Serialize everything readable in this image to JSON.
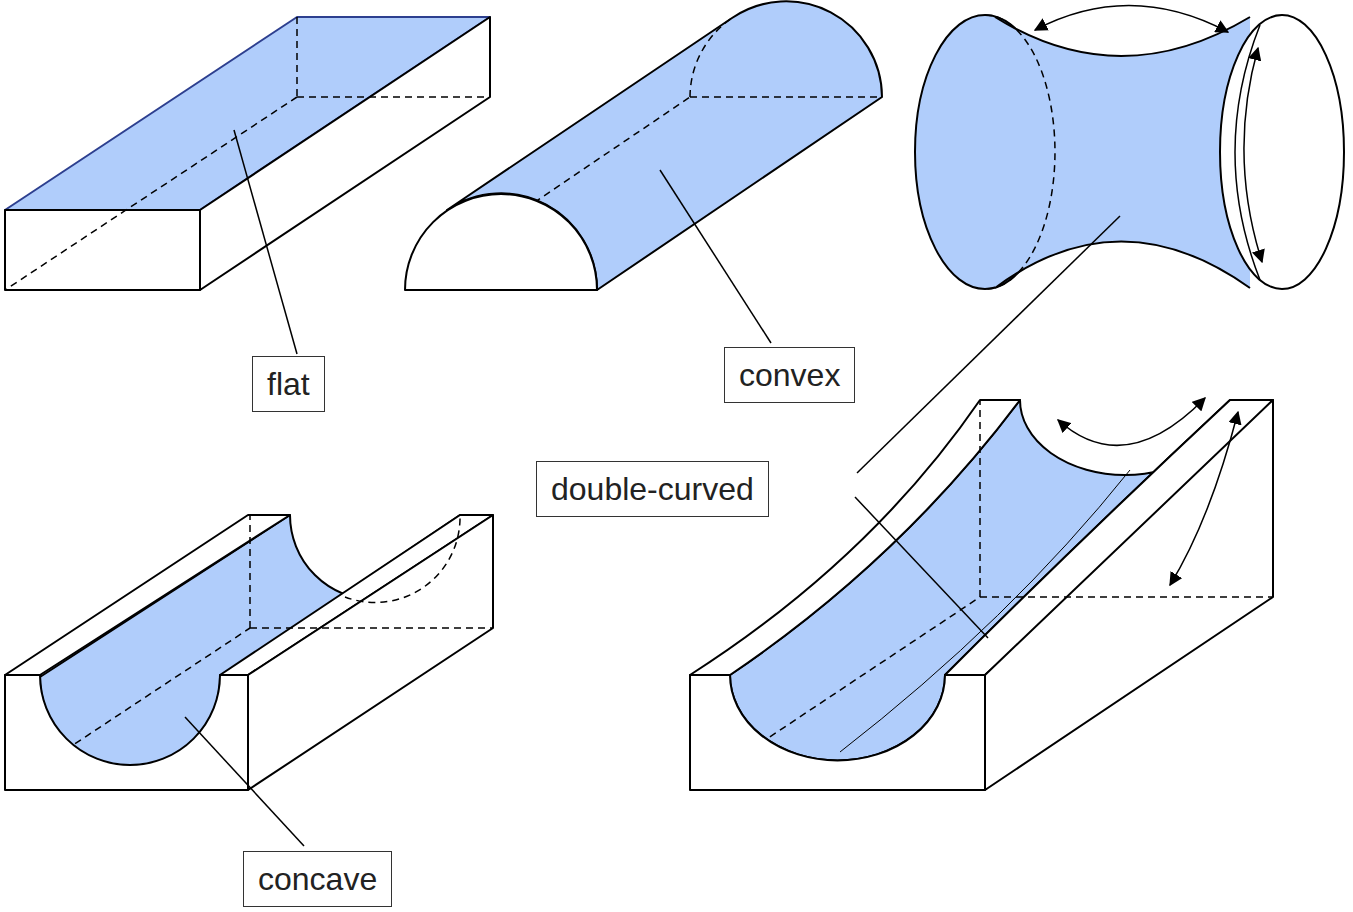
{
  "diagram": {
    "nodes": [
      {
        "text": [
          "flat"
        ]
      },
      {
        "text": [
          "convex"
        ]
      },
      {
        "text": [
          "double-curved"
        ]
      },
      {
        "text": [
          "concave"
        ]
      }
    ]
  }
}
